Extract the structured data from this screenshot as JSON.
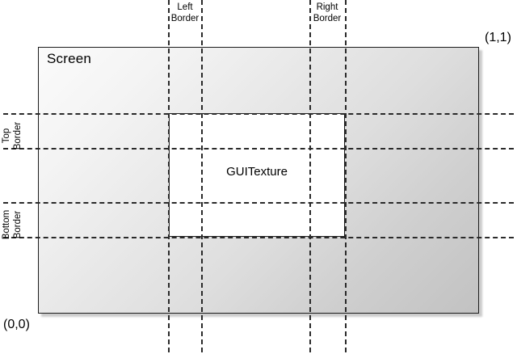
{
  "diagram": {
    "title": "GUITexture border layout relative to Screen",
    "screen": {
      "label": "Screen",
      "origin_label": "(0,0)",
      "max_label": "(1,1)",
      "fill": "linear-gradient light-to-dark",
      "stroke": "#1c1c1c"
    },
    "texture": {
      "label": "GUITexture",
      "fill": "#ffffff",
      "stroke": "#1c1c1c"
    },
    "borders": [
      {
        "name": "left-border",
        "label_line1": "Left",
        "label_line2": "Border",
        "orientation": "vertical",
        "position": "top"
      },
      {
        "name": "right-border",
        "label_line1": "Right",
        "label_line2": "Border",
        "orientation": "vertical",
        "position": "top"
      },
      {
        "name": "top-border",
        "label_line1": "Top",
        "label_line2": "Border",
        "orientation": "horizontal",
        "position": "left"
      },
      {
        "name": "bottom-border",
        "label_line1": "Bottom",
        "label_line2": "Border",
        "orientation": "horizontal",
        "position": "left"
      }
    ],
    "guide_lines": {
      "style": "dashed",
      "color": "#2a2a2a",
      "vertical_x": [
        208,
        249,
        383,
        427
      ],
      "horizontal_y": [
        140,
        183,
        250,
        293
      ]
    }
  }
}
